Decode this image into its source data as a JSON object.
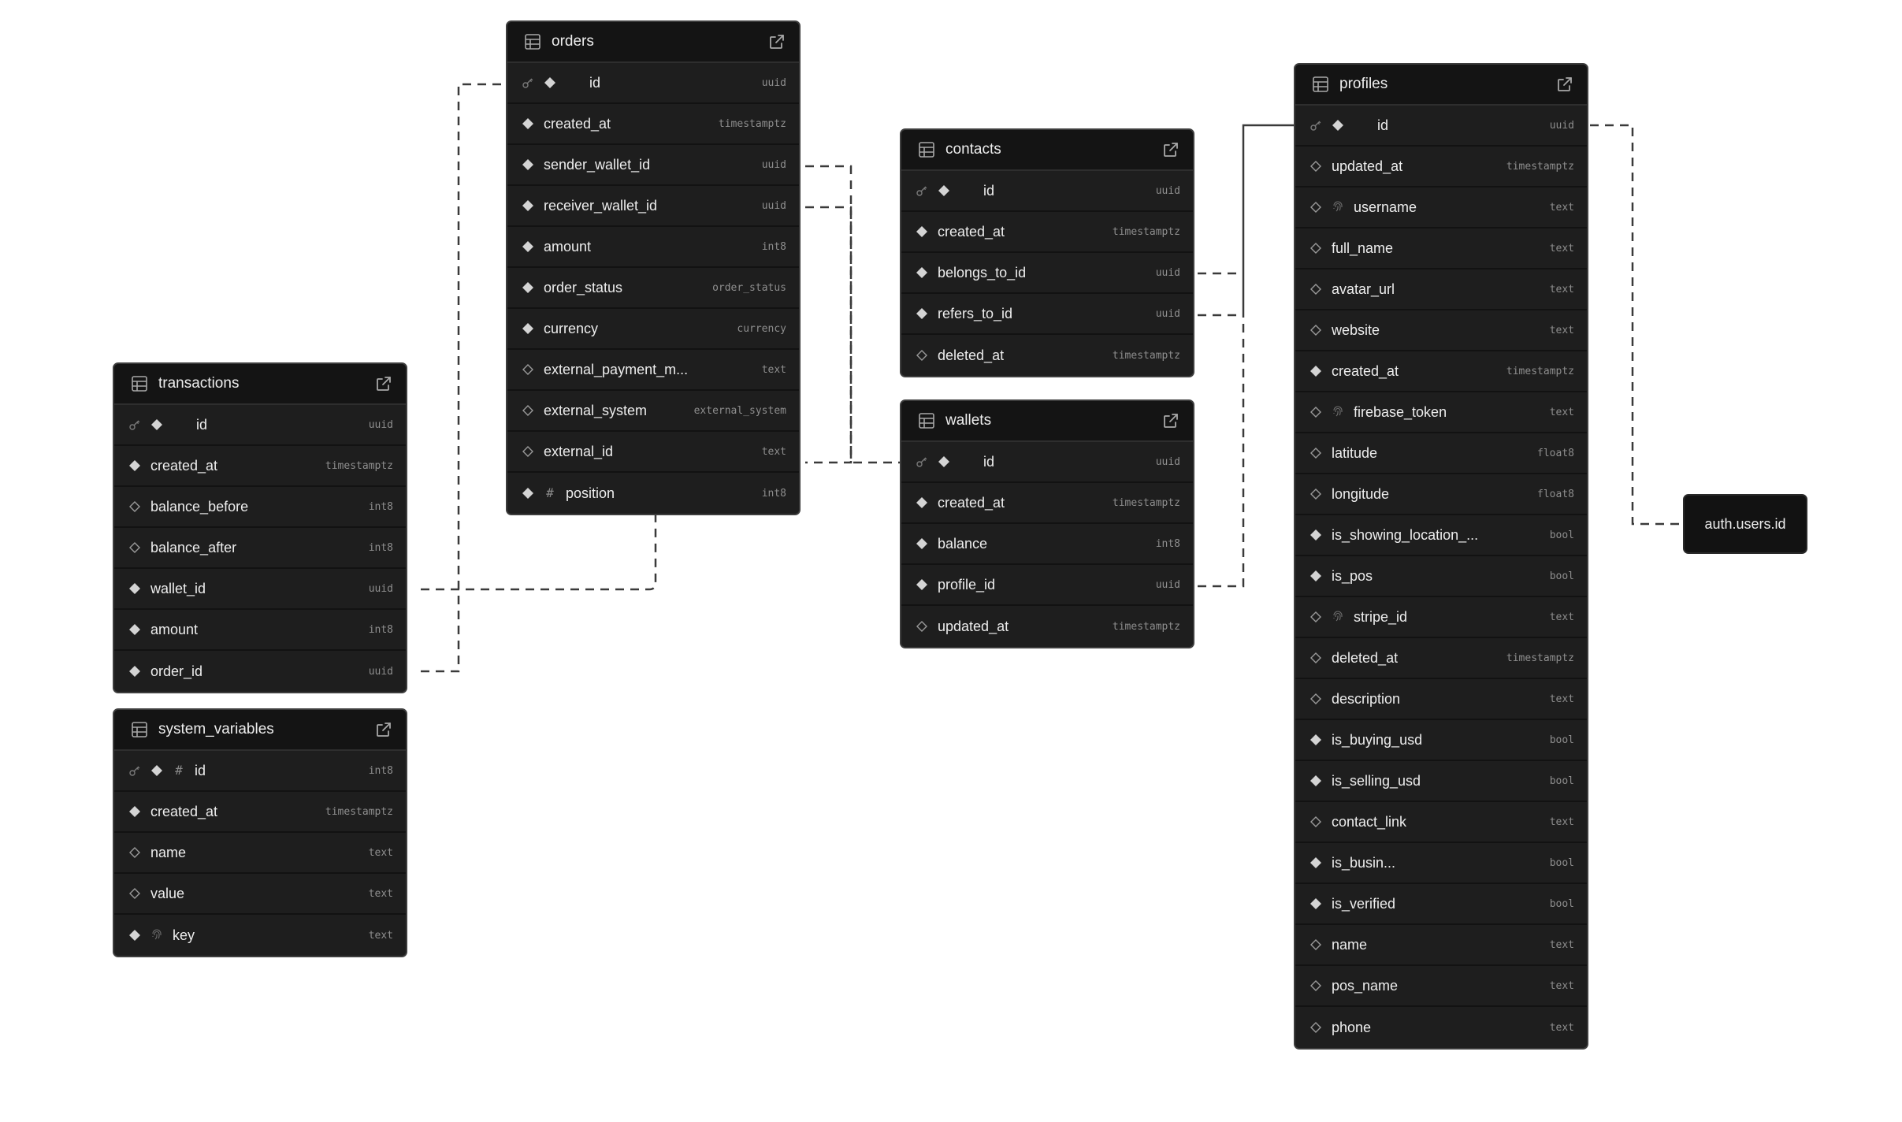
{
  "tables": [
    {
      "name": "orders",
      "columns": [
        {
          "name": "id",
          "type": "uuid",
          "icons": [
            "key",
            "fill"
          ]
        },
        {
          "name": "created_at",
          "type": "timestamptz",
          "icons": [
            "fill"
          ]
        },
        {
          "name": "sender_wallet_id",
          "type": "uuid",
          "icons": [
            "fill"
          ]
        },
        {
          "name": "receiver_wallet_id",
          "type": "uuid",
          "icons": [
            "fill"
          ]
        },
        {
          "name": "amount",
          "type": "int8",
          "icons": [
            "fill"
          ]
        },
        {
          "name": "order_status",
          "type": "order_status",
          "icons": [
            "fill"
          ]
        },
        {
          "name": "currency",
          "type": "currency",
          "icons": [
            "fill"
          ]
        },
        {
          "name": "external_payment_m...",
          "type": "text",
          "icons": [
            "empty"
          ]
        },
        {
          "name": "external_system",
          "type": "external_system",
          "icons": [
            "empty"
          ]
        },
        {
          "name": "external_id",
          "type": "text",
          "icons": [
            "empty"
          ]
        },
        {
          "name": "position",
          "type": "int8",
          "icons": [
            "fill",
            "hash"
          ]
        }
      ]
    },
    {
      "name": "transactions",
      "columns": [
        {
          "name": "id",
          "type": "uuid",
          "icons": [
            "key",
            "fill"
          ]
        },
        {
          "name": "created_at",
          "type": "timestamptz",
          "icons": [
            "fill"
          ]
        },
        {
          "name": "balance_before",
          "type": "int8",
          "icons": [
            "empty"
          ]
        },
        {
          "name": "balance_after",
          "type": "int8",
          "icons": [
            "empty"
          ]
        },
        {
          "name": "wallet_id",
          "type": "uuid",
          "icons": [
            "fill"
          ]
        },
        {
          "name": "amount",
          "type": "int8",
          "icons": [
            "fill"
          ]
        },
        {
          "name": "order_id",
          "type": "uuid",
          "icons": [
            "fill"
          ]
        }
      ]
    },
    {
      "name": "system_variables",
      "columns": [
        {
          "name": "id",
          "type": "int8",
          "icons": [
            "key",
            "fill",
            "hash"
          ]
        },
        {
          "name": "created_at",
          "type": "timestamptz",
          "icons": [
            "fill"
          ]
        },
        {
          "name": "name",
          "type": "text",
          "icons": [
            "empty"
          ]
        },
        {
          "name": "value",
          "type": "text",
          "icons": [
            "empty"
          ]
        },
        {
          "name": "key",
          "type": "text",
          "icons": [
            "fill",
            "fingerprint"
          ]
        }
      ]
    },
    {
      "name": "contacts",
      "columns": [
        {
          "name": "id",
          "type": "uuid",
          "icons": [
            "key",
            "fill"
          ]
        },
        {
          "name": "created_at",
          "type": "timestamptz",
          "icons": [
            "fill"
          ]
        },
        {
          "name": "belongs_to_id",
          "type": "uuid",
          "icons": [
            "fill"
          ]
        },
        {
          "name": "refers_to_id",
          "type": "uuid",
          "icons": [
            "fill"
          ]
        },
        {
          "name": "deleted_at",
          "type": "timestamptz",
          "icons": [
            "empty"
          ]
        }
      ]
    },
    {
      "name": "wallets",
      "columns": [
        {
          "name": "id",
          "type": "uuid",
          "icons": [
            "key",
            "fill"
          ]
        },
        {
          "name": "created_at",
          "type": "timestamptz",
          "icons": [
            "fill"
          ]
        },
        {
          "name": "balance",
          "type": "int8",
          "icons": [
            "fill"
          ]
        },
        {
          "name": "profile_id",
          "type": "uuid",
          "icons": [
            "fill"
          ]
        },
        {
          "name": "updated_at",
          "type": "timestamptz",
          "icons": [
            "empty"
          ]
        }
      ]
    },
    {
      "name": "profiles",
      "columns": [
        {
          "name": "id",
          "type": "uuid",
          "icons": [
            "key",
            "fill"
          ]
        },
        {
          "name": "updated_at",
          "type": "timestamptz",
          "icons": [
            "empty"
          ]
        },
        {
          "name": "username",
          "type": "text",
          "icons": [
            "empty",
            "fingerprint"
          ]
        },
        {
          "name": "full_name",
          "type": "text",
          "icons": [
            "empty"
          ]
        },
        {
          "name": "avatar_url",
          "type": "text",
          "icons": [
            "empty"
          ]
        },
        {
          "name": "website",
          "type": "text",
          "icons": [
            "empty"
          ]
        },
        {
          "name": "created_at",
          "type": "timestamptz",
          "icons": [
            "fill"
          ]
        },
        {
          "name": "firebase_token",
          "type": "text",
          "icons": [
            "empty",
            "fingerprint"
          ]
        },
        {
          "name": "latitude",
          "type": "float8",
          "icons": [
            "empty"
          ]
        },
        {
          "name": "longitude",
          "type": "float8",
          "icons": [
            "empty"
          ]
        },
        {
          "name": "is_showing_location_...",
          "type": "bool",
          "icons": [
            "fill"
          ]
        },
        {
          "name": "is_pos",
          "type": "bool",
          "icons": [
            "fill"
          ]
        },
        {
          "name": "stripe_id",
          "type": "text",
          "icons": [
            "empty",
            "fingerprint"
          ]
        },
        {
          "name": "deleted_at",
          "type": "timestamptz",
          "icons": [
            "empty"
          ]
        },
        {
          "name": "description",
          "type": "text",
          "icons": [
            "empty"
          ]
        },
        {
          "name": "is_buying_usd",
          "type": "bool",
          "icons": [
            "fill"
          ]
        },
        {
          "name": "is_selling_usd",
          "type": "bool",
          "icons": [
            "fill"
          ]
        },
        {
          "name": "contact_link",
          "type": "text",
          "icons": [
            "empty"
          ]
        },
        {
          "name": "is_busin...",
          "type": "bool",
          "icons": [
            "fill"
          ]
        },
        {
          "name": "is_verified",
          "type": "bool",
          "icons": [
            "fill"
          ]
        },
        {
          "name": "name",
          "type": "text",
          "icons": [
            "empty"
          ]
        },
        {
          "name": "pos_name",
          "type": "text",
          "icons": [
            "empty"
          ]
        },
        {
          "name": "phone",
          "type": "text",
          "icons": [
            "empty"
          ]
        }
      ]
    }
  ],
  "external_node": {
    "label": "auth.users.id"
  },
  "relationships": [
    {
      "from": "transactions.order_id",
      "to": "orders.id",
      "style": "dashed"
    },
    {
      "from": "orders.position",
      "to": "transactions.wallet_id",
      "style": "dashed"
    },
    {
      "from": "orders.sender_wallet_id",
      "to": "wallets.id",
      "style": "dashed"
    },
    {
      "from": "orders.receiver_wallet_id",
      "to": "wallets.id",
      "style": "dashed"
    },
    {
      "from": "contacts.belongs_to_id",
      "to": "profiles.id",
      "style": "dashed"
    },
    {
      "from": "contacts.refers_to_id",
      "to": "profiles.id",
      "style": "dashed"
    },
    {
      "from": "wallets.profile_id",
      "to": "profiles.id",
      "style": "dashed"
    },
    {
      "from": "profiles.id",
      "to": "auth.users.id",
      "style": "dashed"
    }
  ],
  "colors": {
    "canvas": "#ffffff",
    "table_bg": "#1e1e1e",
    "header_bg": "#141414",
    "border": "#3d3d3d",
    "text": "#ededed",
    "type_text": "#8e8e8e",
    "edge": "#3a3a3a"
  }
}
